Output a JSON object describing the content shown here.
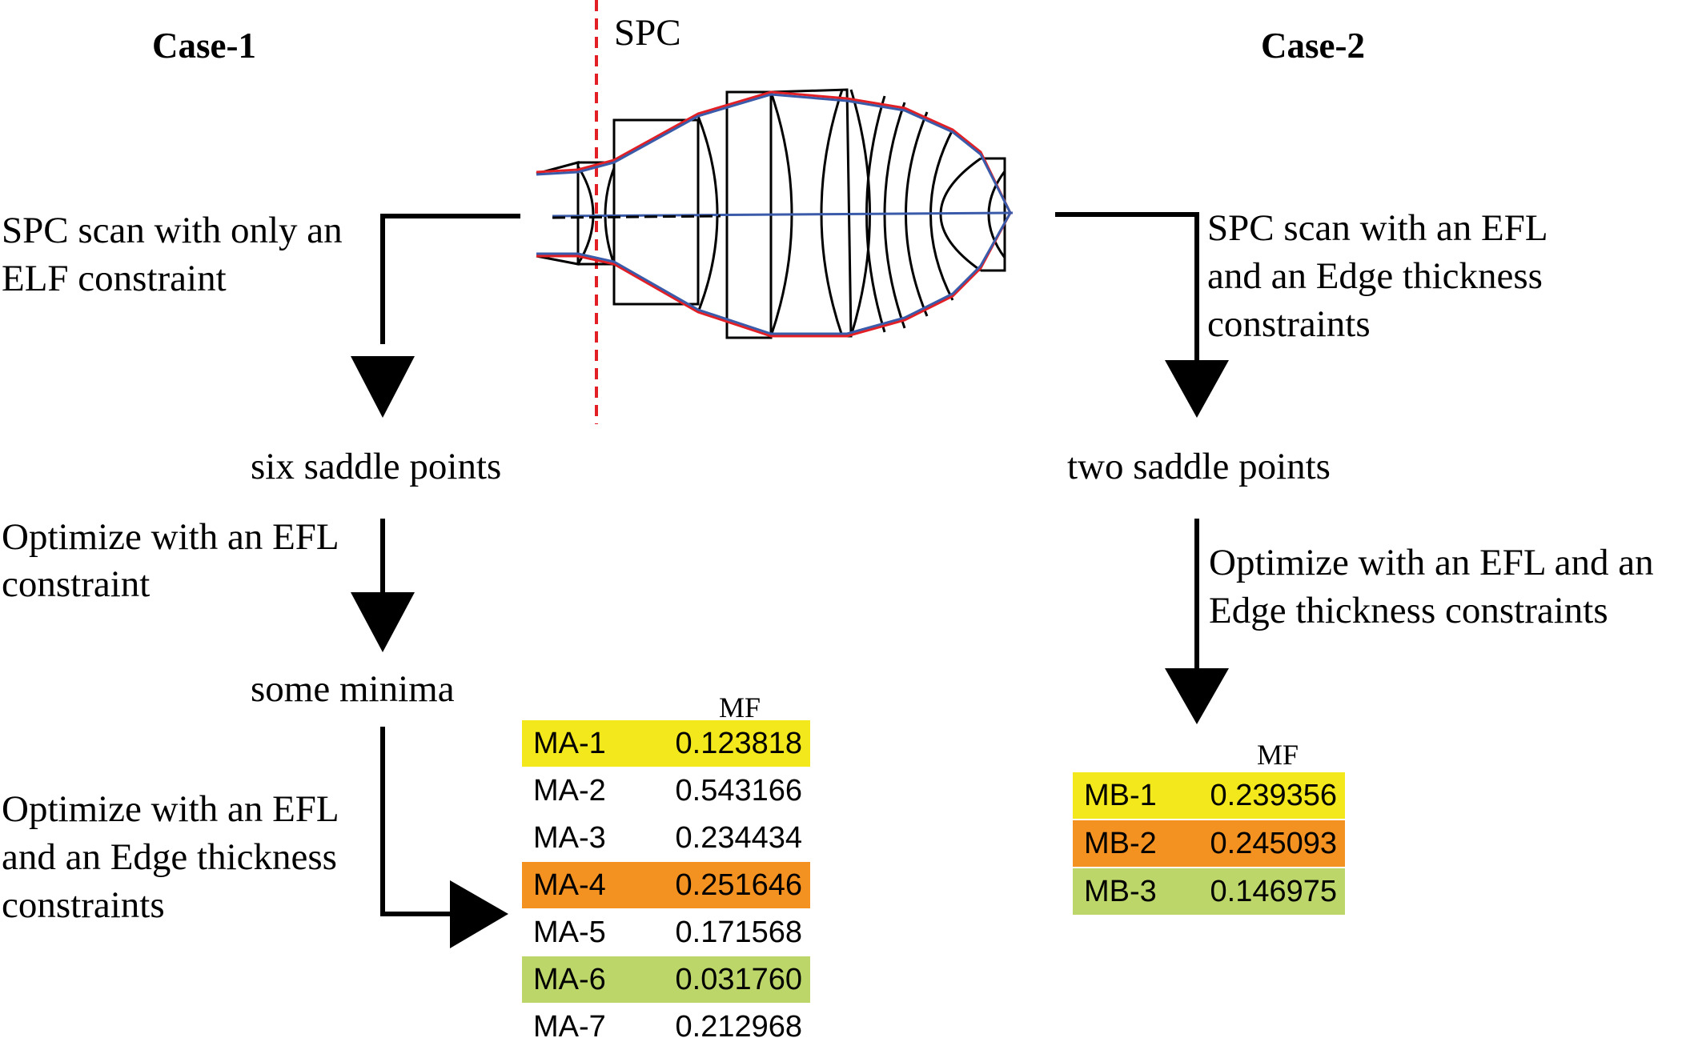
{
  "headers": {
    "case1": "Case-1",
    "case2": "Case-2",
    "spc": "SPC"
  },
  "case1": {
    "step1": [
      "SPC scan with only an",
      "ELF constraint"
    ],
    "result1": "six saddle points",
    "step2": [
      "Optimize with an EFL",
      "constraint"
    ],
    "result2": "some minima",
    "step3": [
      "Optimize with an EFL",
      "and an Edge thickness",
      "constraints"
    ],
    "table_header": "MF",
    "table": [
      {
        "id": "MA-1",
        "mf": "0.123818",
        "highlight": "#f2e81c"
      },
      {
        "id": "MA-2",
        "mf": "0.543166",
        "highlight": ""
      },
      {
        "id": "MA-3",
        "mf": "0.234434",
        "highlight": ""
      },
      {
        "id": "MA-4",
        "mf": "0.251646",
        "highlight": "#f39121"
      },
      {
        "id": "MA-5",
        "mf": "0.171568",
        "highlight": ""
      },
      {
        "id": "MA-6",
        "mf": "0.031760",
        "highlight": "#bcd66a"
      },
      {
        "id": "MA-7",
        "mf": "0.212968",
        "highlight": ""
      }
    ]
  },
  "case2": {
    "step1": [
      "SPC scan with an EFL",
      "and an Edge thickness",
      "constraints"
    ],
    "result1": "two saddle points",
    "step2": [
      "Optimize with an EFL and an",
      "Edge thickness constraints"
    ],
    "table_header": "MF",
    "table": [
      {
        "id": "MB-1",
        "mf": "0.239356",
        "highlight": "#f2e81c"
      },
      {
        "id": "MB-2",
        "mf": "0.245093",
        "highlight": "#f39121"
      },
      {
        "id": "MB-3",
        "mf": "0.146975",
        "highlight": "#bcd66a"
      }
    ]
  },
  "colors": {
    "spc_line": "#e31f26",
    "ray_red": "#e31f26",
    "ray_blue": "#3a5ba9"
  }
}
